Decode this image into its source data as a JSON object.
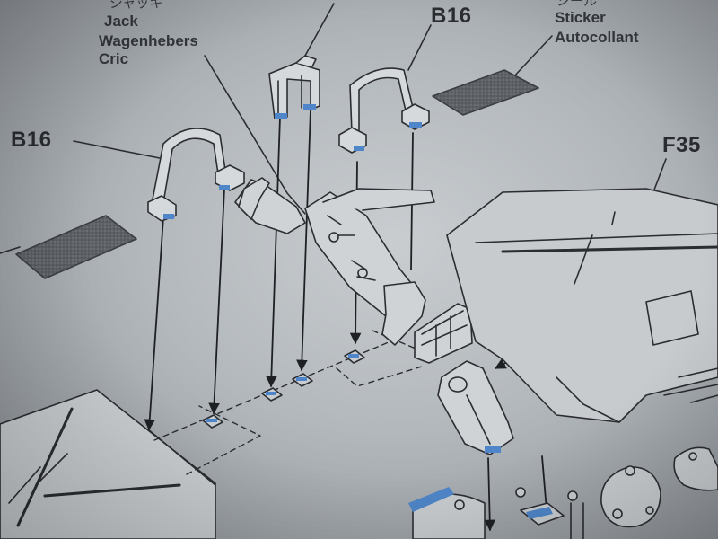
{
  "labels": {
    "jack_jp": "ジャッキ",
    "jack_en": "Jack",
    "jack_de": "Wagenhebers",
    "jack_fr": "Cric",
    "b16_top": "B16",
    "b16_left": "B16",
    "sticker_jp": "シール",
    "sticker_en": "Sticker",
    "sticker_fr": "Autocollant",
    "f35": "F35"
  },
  "colors": {
    "paper": "#c4c8cb",
    "line": "#2b2d31",
    "marker_blue": "#4f86c9",
    "sticker_fill": "#5f6266"
  }
}
